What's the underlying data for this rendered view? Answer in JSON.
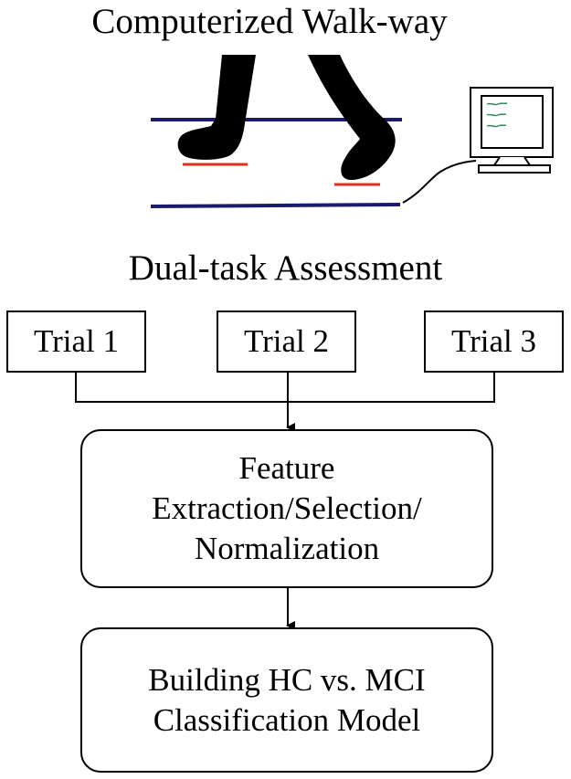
{
  "walkway": {
    "title": "Computerized Walk-way"
  },
  "assessment": {
    "title": "Dual-task Assessment",
    "trials": [
      "Trial 1",
      "Trial 2",
      "Trial 3"
    ]
  },
  "steps": {
    "feature_lines": [
      "Feature",
      "Extraction/Selection/",
      "Normalization"
    ],
    "model_lines": [
      "Building HC vs. MCI",
      "Classification Model"
    ]
  },
  "colors": {
    "walkway_rail": "#1a1a6e",
    "footprint_line": "#e03020",
    "screen_text": "#2e8b57",
    "ink": "#000000"
  }
}
